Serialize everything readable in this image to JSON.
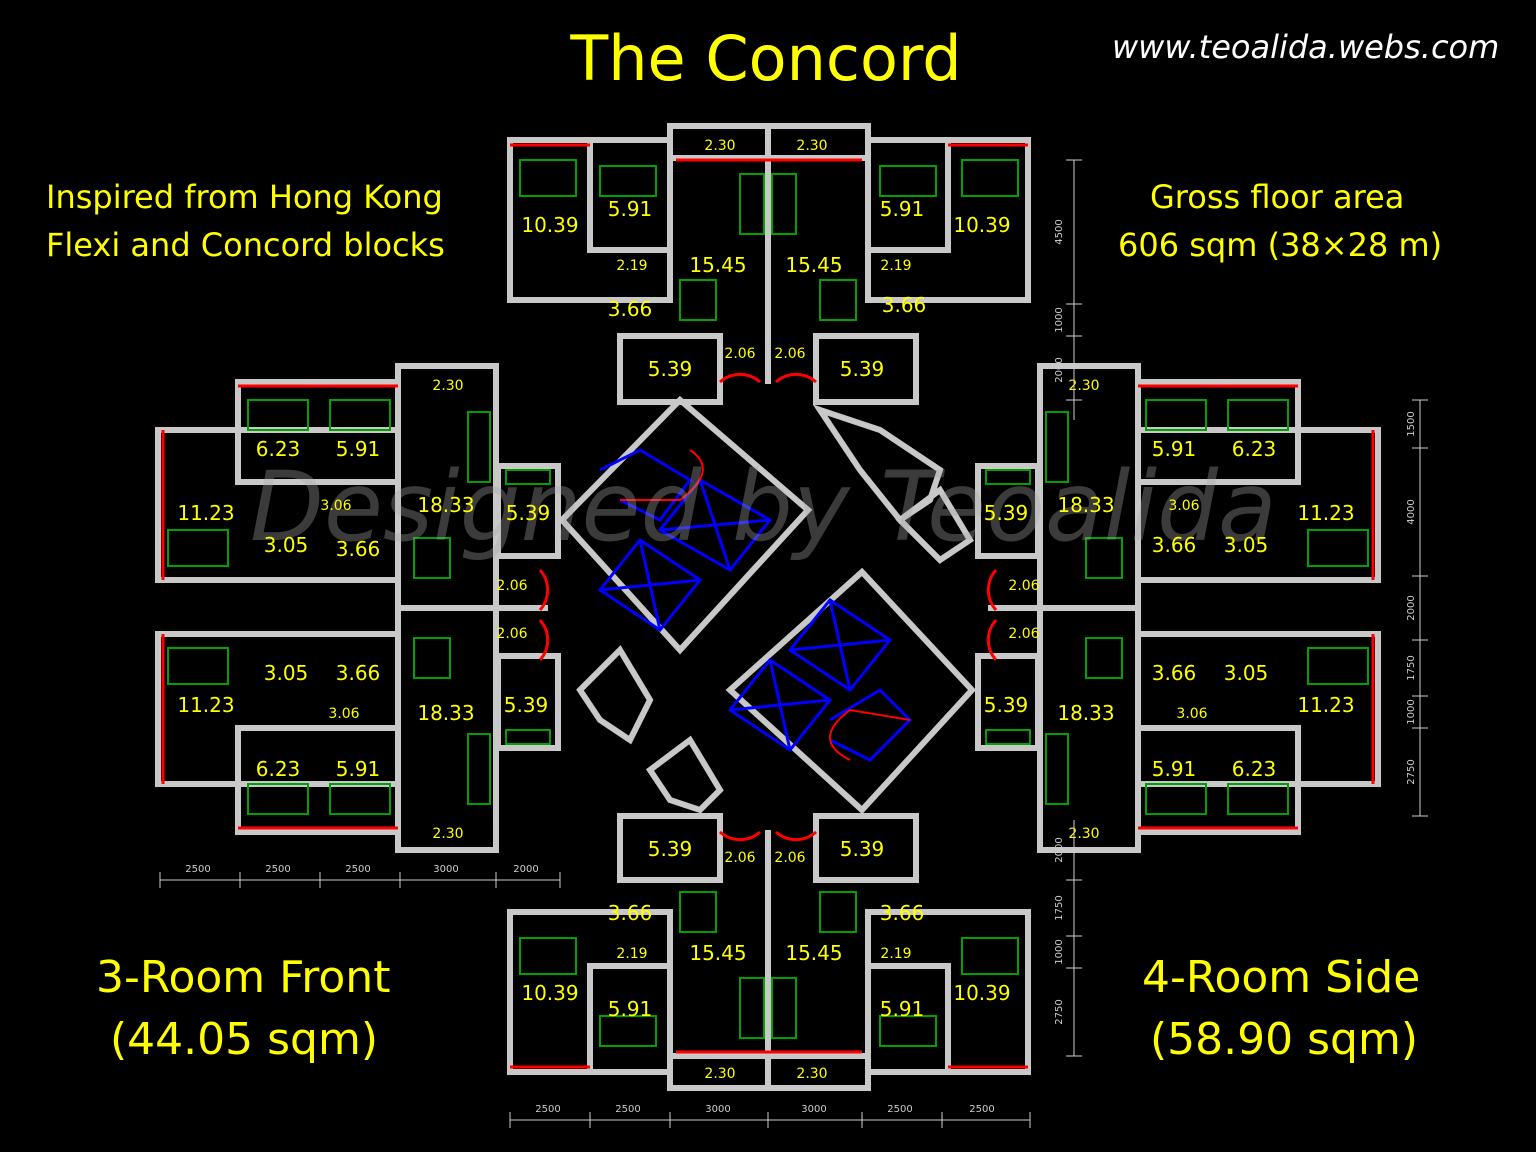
{
  "title": "The Concord",
  "website": "www.teoalida.webs.com",
  "inspiration": {
    "line1": "Inspired from Hong Kong",
    "line2": "Flexi and Concord blocks"
  },
  "gross_floor_area": {
    "label": "Gross floor area",
    "value": "606 sqm (38×28 m)"
  },
  "units": {
    "front": {
      "name": "3-Room Front",
      "area": "(44.05 sqm)"
    },
    "side": {
      "name": "4-Room Side",
      "area": "(58.90 sqm)"
    }
  },
  "watermark": "Designed by Teoalida",
  "room_areas": {
    "top_left": [
      "10.39",
      "5.91",
      "2.19",
      "15.45",
      "3.66",
      "5.39",
      "2.06",
      "2.30"
    ],
    "top_right": [
      "5.91",
      "10.39",
      "15.45",
      "2.19",
      "3.66",
      "5.39",
      "2.06",
      "2.30"
    ],
    "left_upper": [
      "2.30",
      "6.23",
      "5.91",
      "11.23",
      "3.06",
      "18.33",
      "3.05",
      "3.66",
      "5.39",
      "2.06"
    ],
    "left_lower": [
      "2.06",
      "3.05",
      "3.66",
      "11.23",
      "3.06",
      "18.33",
      "5.39",
      "6.23",
      "5.91",
      "2.30"
    ],
    "right_upper": [
      "2.30",
      "5.91",
      "6.23",
      "18.33",
      "3.06",
      "11.23",
      "5.39",
      "3.66",
      "3.05",
      "2.06"
    ],
    "right_lower": [
      "2.06",
      "3.66",
      "3.05",
      "18.33",
      "5.39",
      "3.06",
      "11.23",
      "5.91",
      "6.23",
      "2.30"
    ],
    "bottom_left": [
      "5.39",
      "2.06",
      "3.66",
      "2.19",
      "15.45",
      "10.39",
      "5.91",
      "2.30"
    ],
    "bottom_right": [
      "5.39",
      "2.06",
      "3.66",
      "15.45",
      "2.19",
      "10.39",
      "5.91",
      "2.30"
    ]
  },
  "dimensions": {
    "left_bottom": [
      "2500",
      "2500",
      "2500",
      "3000",
      "2000"
    ],
    "bottom": [
      "2500",
      "2500",
      "3000",
      "3000",
      "2500",
      "2500"
    ],
    "right_top": [
      "4500",
      "1000",
      "2000"
    ],
    "right_bottom": [
      "2000",
      "1750",
      "1000",
      "2750"
    ],
    "far_right": [
      "1500",
      "4000",
      "2000",
      "1750",
      "1000",
      "2750"
    ]
  },
  "colors": {
    "text": "#ffff00",
    "wall": "#c8c8c8",
    "window": "#ff0000",
    "furniture": "#00a000",
    "lift": "#0000ff"
  }
}
